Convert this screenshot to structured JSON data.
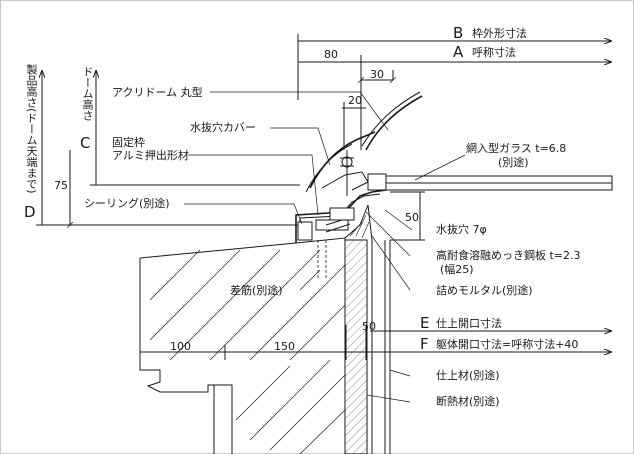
{
  "dimension_lines": {
    "B": {
      "letter": "B",
      "label": "枠外形寸法"
    },
    "A": {
      "letter": "A",
      "label": "呼称寸法"
    },
    "E": {
      "letter": "E",
      "label": "仕上開口寸法"
    },
    "F": {
      "letter": "F",
      "label": "躯体開口寸法=呼称寸法+40"
    },
    "C": {
      "letter": "C",
      "label": "ドーム高さ"
    },
    "D": {
      "letter": "D",
      "label": "製品高さ(ドーム天端まで)"
    }
  },
  "dimensions": {
    "d80": "80",
    "d30": "30",
    "d20": "20",
    "d75": "75",
    "d50_right": "50",
    "d50_bottom": "50",
    "d100": "100",
    "d150": "150"
  },
  "callouts": {
    "acrylic_dome": "アクリドーム 丸型",
    "drain_cover": "水抜穴カバー",
    "fixed_frame": "固定枠",
    "aluminum_profile": "アルミ押出形材",
    "wired_glass": "網入型ガラス t=6.8",
    "wired_glass_note": "(別途)",
    "sealing": "シーリング(別途)",
    "drain_hole": "水抜穴 7φ",
    "steel_plate": "高耐食溶融めっき鋼板 t=2.3",
    "steel_plate_width": "(幅25)",
    "rebar": "差筋(別途)",
    "mortar": "詰めモルタル(別途)",
    "finish": "仕上材(別途)",
    "insulation": "断熱材(別途)"
  },
  "colors": {
    "line": "#1a1a1a",
    "frame": "#c9c9c9",
    "background": "#ffffff"
  }
}
